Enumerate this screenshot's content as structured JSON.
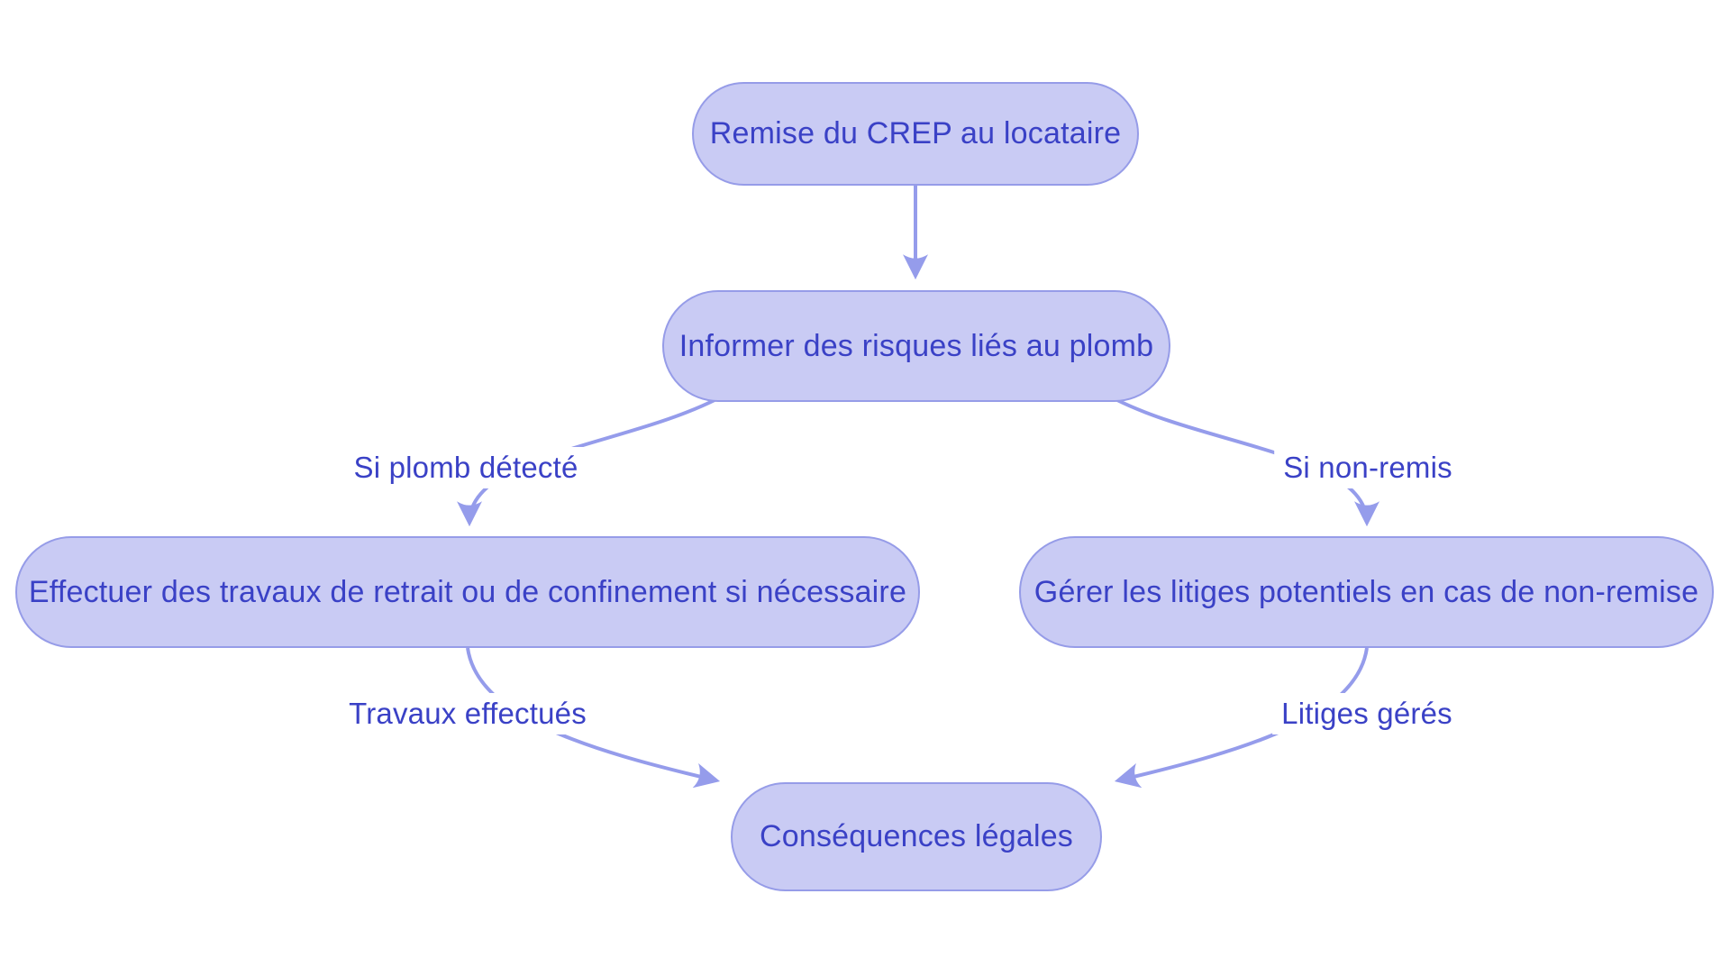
{
  "diagram": {
    "type": "flowchart",
    "direction": "top-down",
    "nodes": [
      {
        "id": "remise",
        "label": "Remise du CREP au locataire"
      },
      {
        "id": "informer",
        "label": "Informer des risques liés au plomb"
      },
      {
        "id": "travaux",
        "label": "Effectuer des travaux de retrait ou de confinement si nécessaire"
      },
      {
        "id": "litiges",
        "label": "Gérer les litiges potentiels en cas de non-remise"
      },
      {
        "id": "consequences",
        "label": "Conséquences légales"
      }
    ],
    "edges": [
      {
        "from": "remise",
        "to": "informer",
        "label": ""
      },
      {
        "from": "informer",
        "to": "travaux",
        "label": "Si plomb détecté"
      },
      {
        "from": "informer",
        "to": "litiges",
        "label": "Si non-remis"
      },
      {
        "from": "travaux",
        "to": "consequences",
        "label": "Travaux effectués"
      },
      {
        "from": "litiges",
        "to": "consequences",
        "label": "Litiges gérés"
      }
    ],
    "colors": {
      "background": "#ffffff",
      "node_fill": "#c9cbf4",
      "node_border": "#969ce8",
      "edge": "#959ceb",
      "text": "#3a41c6"
    }
  }
}
